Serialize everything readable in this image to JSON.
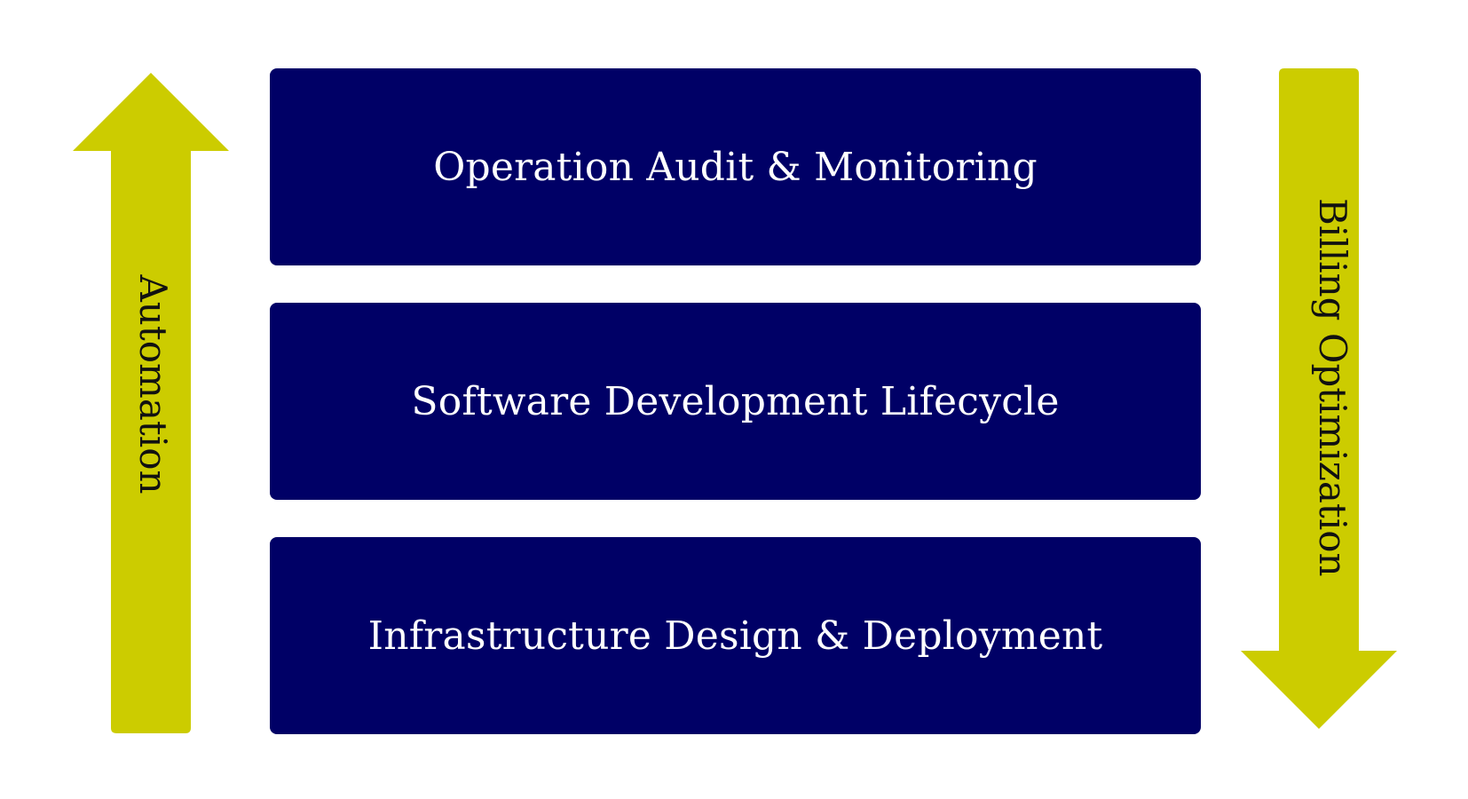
{
  "colors": {
    "layer_fill": "#000066",
    "layer_text": "#ffffff",
    "arrow_fill": "#cccc00",
    "arrow_text": "#111111",
    "background": "#ffffff"
  },
  "layers": [
    {
      "label": "Operation Audit & Monitoring"
    },
    {
      "label": "Software Development Lifecycle"
    },
    {
      "label": "Infrastructure Design & Deployment"
    }
  ],
  "arrows": {
    "left": {
      "label": "Automation",
      "direction": "up",
      "icon": "arrow-up-icon"
    },
    "right": {
      "label": "Billing Optimization",
      "direction": "down",
      "icon": "arrow-down-icon"
    }
  }
}
